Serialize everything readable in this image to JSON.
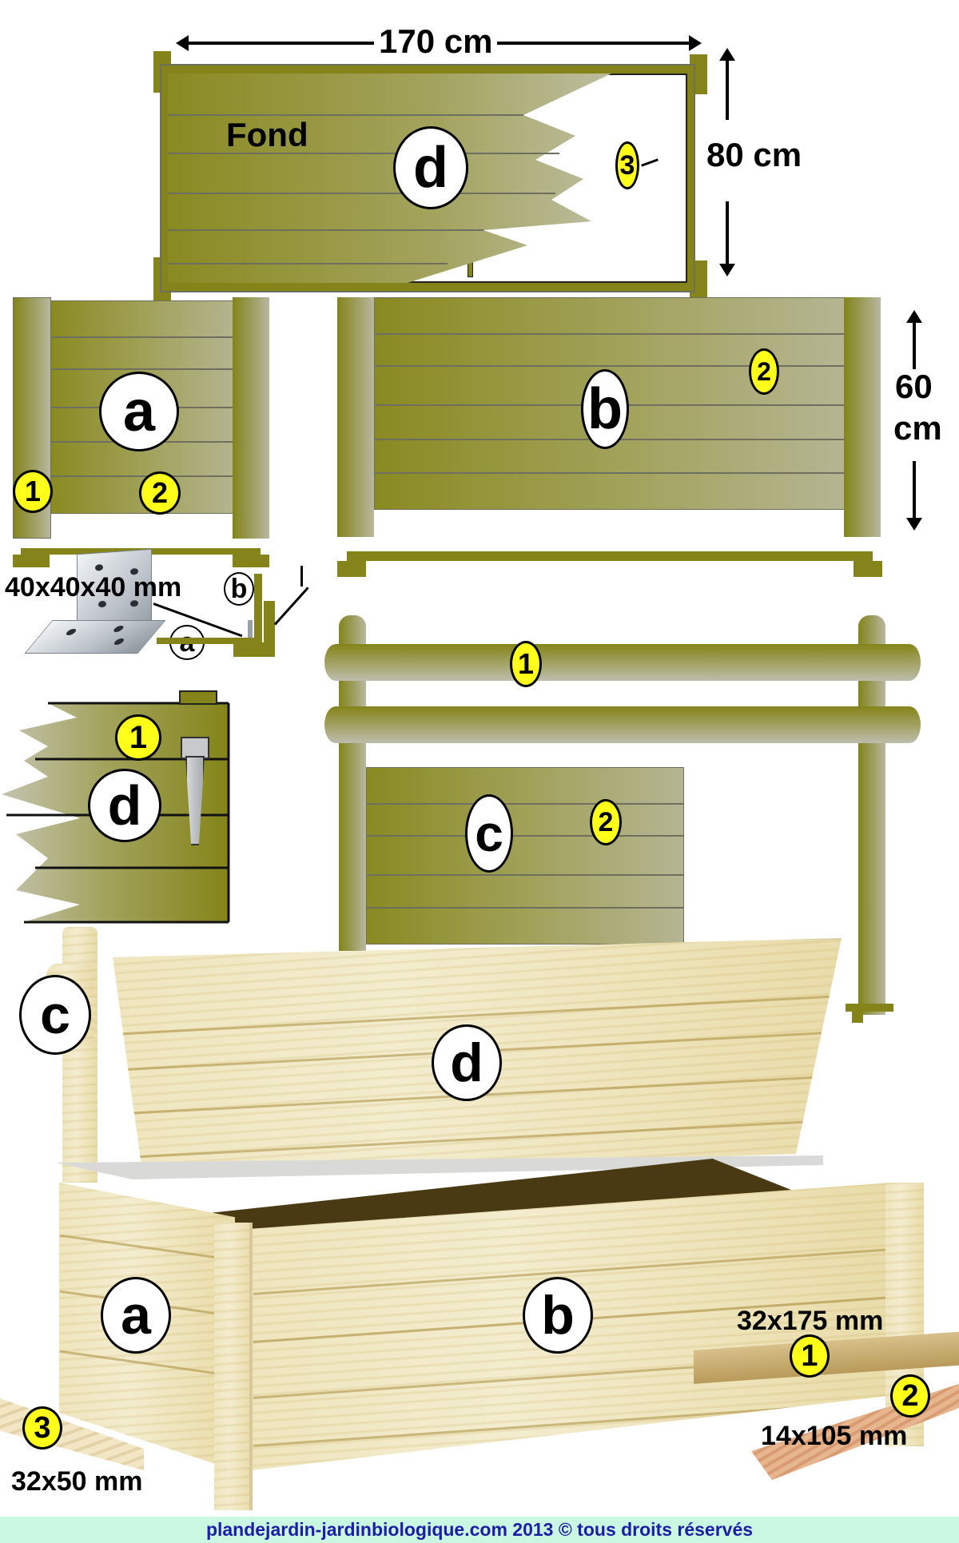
{
  "top_view": {
    "title": "Fond",
    "width_label": "170 cm",
    "depth_label": "80 cm",
    "panel_letter": "d",
    "part_number": "3"
  },
  "side_panel_a": {
    "letter": "a",
    "parts": [
      "1",
      "2"
    ]
  },
  "side_panel_b": {
    "letter": "b",
    "part": "2",
    "height_label_line1": "60",
    "height_label_line2": "cm"
  },
  "bracket_detail": {
    "size_label": "40x40x40 mm",
    "letter_b": "b",
    "letter_a": "a"
  },
  "lid_detail": {
    "letter": "d",
    "part": "1"
  },
  "back_panel_c": {
    "letter": "c",
    "parts": [
      "1",
      "2"
    ]
  },
  "assembled_box": {
    "letters": [
      "c",
      "d",
      "a",
      "b"
    ],
    "lumber": [
      {
        "part": "1",
        "size": "32x175 mm"
      },
      {
        "part": "2",
        "size": "14x105 mm"
      },
      {
        "part": "3",
        "size": "32x50 mm"
      }
    ]
  },
  "footer": {
    "text": "plandejardin-jardinbiologique.com 2013 © tous droits réservés"
  },
  "colors": {
    "olive": "#84841a",
    "olive_light": "#b5b593",
    "badge_yellow": "#ffff1a",
    "footer_bg": "#c9f7e1",
    "footer_text": "#1c1ca6"
  }
}
